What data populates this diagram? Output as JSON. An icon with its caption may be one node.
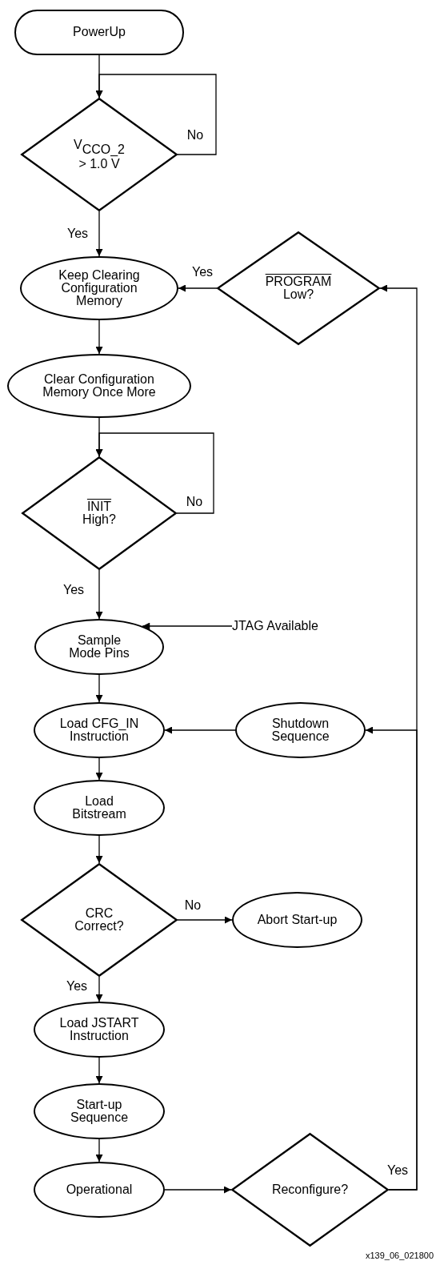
{
  "diagram": {
    "nodes": [
      {
        "text": [
          "PowerUp"
        ]
      },
      {
        "text": [
          "V$_{CCO_2}$ > 1.0 V"
        ]
      },
      {
        "text": [
          "Keep Clearing Configuration Memory"
        ]
      },
      {
        "text": [
          "PROGRAM",
          "Low?"
        ]
      },
      {
        "text": [
          "Clear Configuration Memory Once More"
        ]
      },
      {
        "text": [
          "INIT",
          "High?"
        ]
      },
      {
        "text": [
          "Sample Mode Pins"
        ]
      },
      {
        "text": [
          "JTAG Available"
        ]
      },
      {
        "text": [
          "Load CFG_IN Instruction"
        ]
      },
      {
        "text": [
          "Shutdown Sequence"
        ]
      },
      {
        "text": [
          "Load Bitstream"
        ]
      },
      {
        "text": [
          "CRC Correct?"
        ]
      },
      {
        "text": [
          "Abort Start-up"
        ]
      },
      {
        "text": [
          "Load JSTART Instruction"
        ]
      },
      {
        "text": [
          "Start-up Sequence"
        ]
      },
      {
        "text": [
          "Operational"
        ]
      },
      {
        "text": [
          "Reconfigure?"
        ]
      }
    ],
    "edges": [
      {
        "from": 0,
        "to": 1,
        "arrow": "to"
      },
      {
        "from": 1,
        "to": 1,
        "arrow": "to",
        "label": "No"
      },
      {
        "from": 1,
        "to": 2,
        "arrow": "to",
        "label": "Yes"
      },
      {
        "from": 3,
        "to": 2,
        "arrow": "to",
        "label": "Yes"
      },
      {
        "from": 2,
        "to": 4,
        "arrow": "to"
      },
      {
        "from": 4,
        "to": 5,
        "arrow": "to"
      },
      {
        "from": 5,
        "to": 5,
        "arrow": "to",
        "label": "No"
      },
      {
        "from": 5,
        "to": 6,
        "arrow": "to",
        "label": "Yes"
      },
      {
        "from": 7,
        "to": 6,
        "arrow": "to"
      },
      {
        "from": 6,
        "to": 8,
        "arrow": "to"
      },
      {
        "from": 9,
        "to": 8,
        "arrow": "to"
      },
      {
        "from": 8,
        "to": 10,
        "arrow": "to"
      },
      {
        "from": 10,
        "to": 11,
        "arrow": "to"
      },
      {
        "from": 11,
        "to": 12,
        "arrow": "to",
        "label": "No"
      },
      {
        "from": 11,
        "to": 13,
        "arrow": "to",
        "label": "Yes"
      },
      {
        "from": 13,
        "to": 14,
        "arrow": "to"
      },
      {
        "from": 14,
        "to": 15,
        "arrow": "to"
      },
      {
        "from": 15,
        "to": 16,
        "arrow": "to"
      },
      {
        "from": 16,
        "to": 3,
        "arrow": "to",
        "label": "Yes"
      },
      {
        "from": 16,
        "to": 9,
        "arrow": "to"
      }
    ],
    "labels": [
      "x139_06_021800"
    ]
  }
}
